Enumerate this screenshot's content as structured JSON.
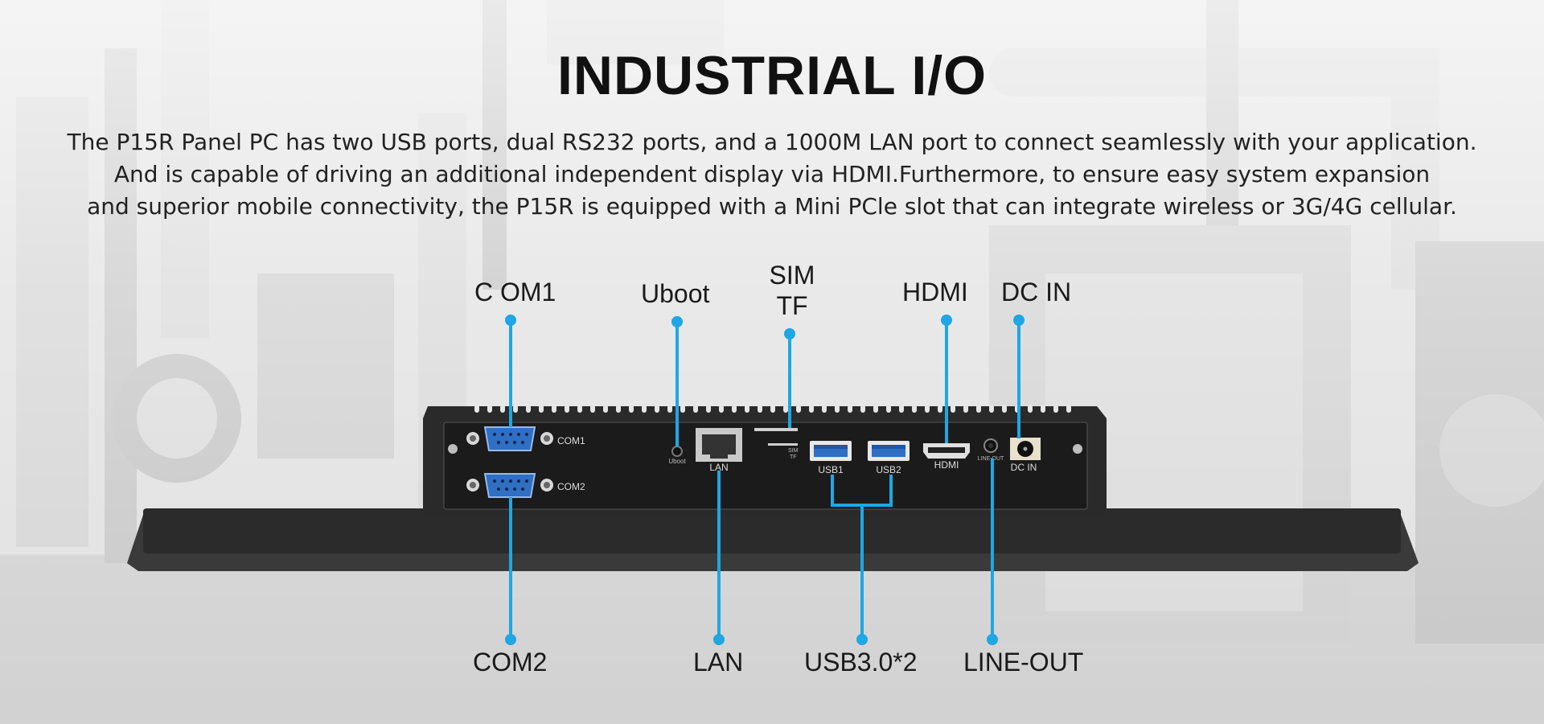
{
  "header": {
    "title": "INDUSTRIAL I/O",
    "description_lines": [
      "The P15R Panel PC has two USB ports, dual RS232 ports, and a 1000M LAN port to connect seamlessly with your application.",
      "And is capable of driving an additional independent display via HDMI.Furthermore, to ensure easy system expansion",
      "and superior mobile connectivity, the P15R is equipped with a Mini PCle slot that can integrate wireless or 3G/4G cellular."
    ]
  },
  "callouts": {
    "com1": "C OM1",
    "uboot": "Uboot",
    "sim_line1": "SIM",
    "sim_line2": "TF",
    "hdmi": "HDMI",
    "dc_in": "DC IN",
    "com2": "COM2",
    "lan": "LAN",
    "usb": "USB3.0*2",
    "line_out": "LINE-OUT"
  },
  "port_labels": {
    "com1": "COM1",
    "com2": "COM2",
    "uboot": "Uboot",
    "lan": "LAN",
    "sim": "SIM",
    "tf": "TF",
    "usb1": "USB1",
    "usb2": "USB2",
    "hdmi": "HDMI",
    "line_out": "LINE-OUT",
    "dc_in": "DC IN"
  },
  "colors": {
    "accent": "#1ea7e4",
    "device_body": "#2a2a2a",
    "port_blue": "#2f6fc4"
  }
}
